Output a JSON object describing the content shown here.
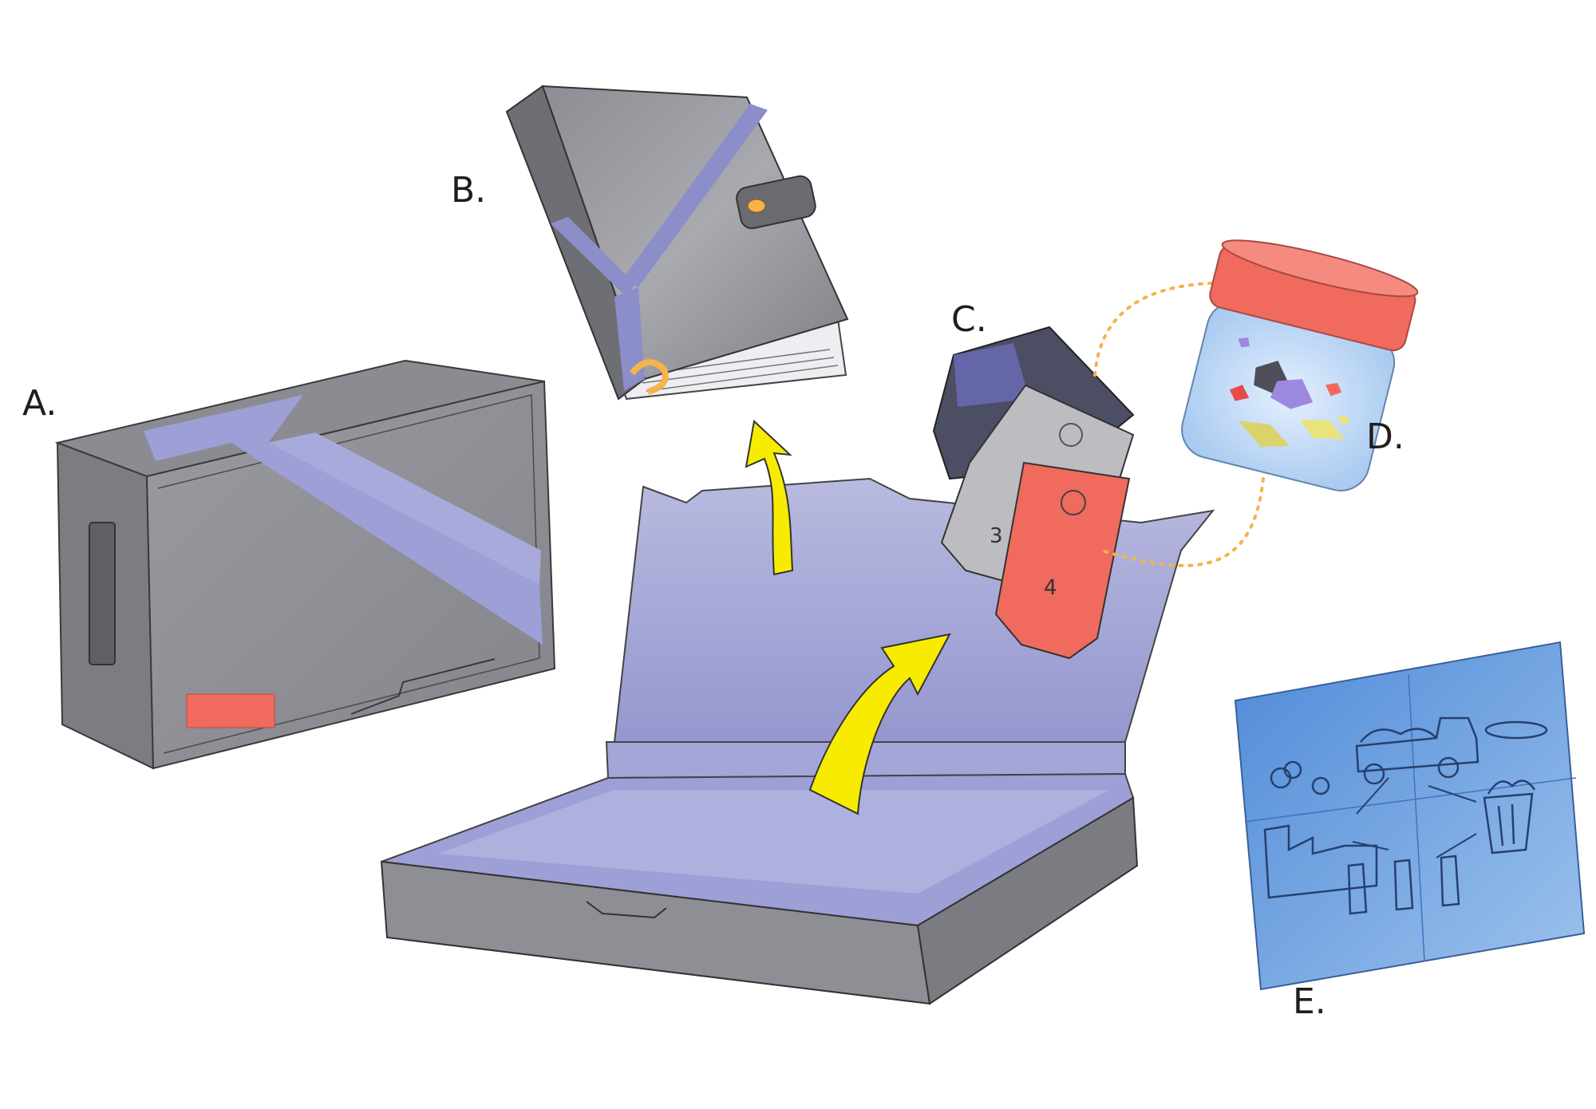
{
  "labels": {
    "a": "A.",
    "b": "B.",
    "c": "C.",
    "d": "D.",
    "e": "E."
  },
  "tags": {
    "grey_number": "3",
    "red_number": "4"
  },
  "colors": {
    "box_grey": "#8e8e95",
    "box_grey_dark": "#6e6e75",
    "lavender": "#9d9fd6",
    "lavender_light": "#b4b6e3",
    "navy": "#4c4e63",
    "red_tag": "#f06a5e",
    "yellow_arrow": "#f7ec00",
    "orange_dots": "#f5b24d",
    "blueprint": "#5f97dc",
    "jar_lid": "#f06a5e"
  },
  "icons": [
    "closed-box",
    "binder",
    "open-box",
    "tag-cards",
    "sample-jar",
    "recycling-map",
    "up-arrow",
    "curved-arrow"
  ]
}
